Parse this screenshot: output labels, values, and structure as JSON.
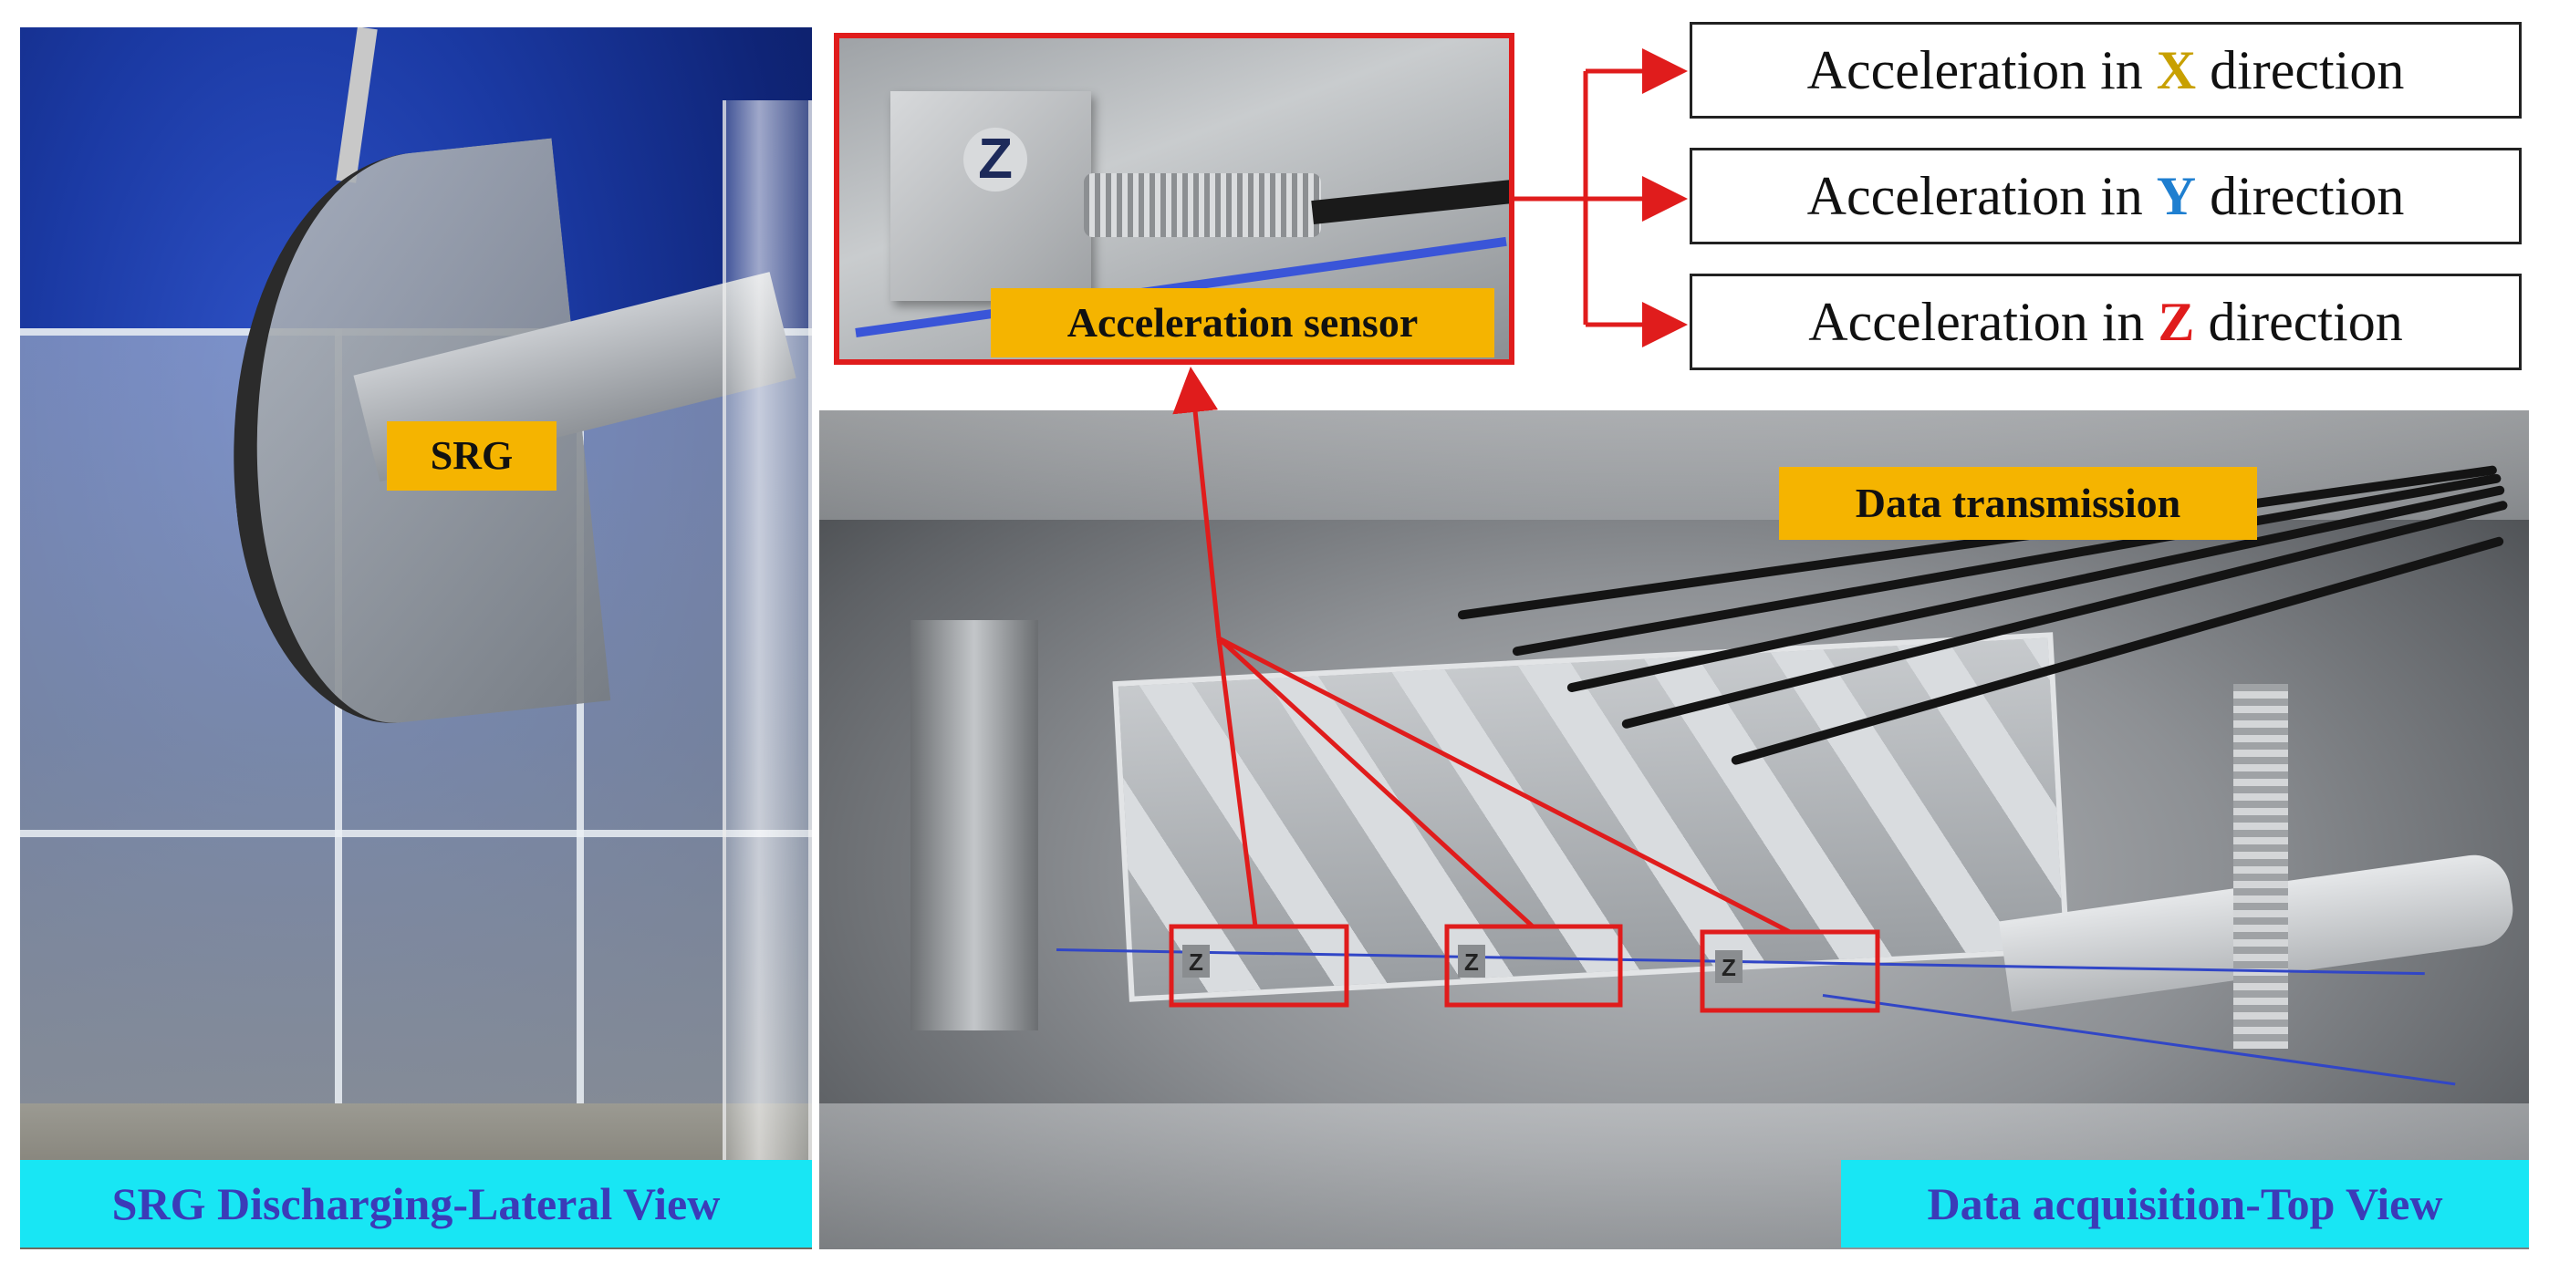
{
  "figure": {
    "left_panel": {
      "callout": "SRG",
      "caption": "SRG Discharging-Lateral View"
    },
    "right_panel": {
      "callout": "Data transmission",
      "caption": "Data acquisition-Top View"
    },
    "sensor_inset": {
      "callout": "Acceleration sensor",
      "cube_mark": "Z"
    },
    "directions": [
      {
        "prefix": "Acceleration in ",
        "axis": "X",
        "suffix": " direction",
        "axis_color": "#c8a000"
      },
      {
        "prefix": "Acceleration in ",
        "axis": "Y",
        "suffix": " direction",
        "axis_color": "#1f7fd0"
      },
      {
        "prefix": "Acceleration in ",
        "axis": "Z",
        "suffix": " direction",
        "axis_color": "#e01c1c"
      }
    ],
    "sensor_marks": [
      "Z",
      "Z",
      "Z"
    ],
    "colors": {
      "highlight_red": "#e01c1c",
      "callout_yellow": "#f5b400",
      "caption_cyan": "#18e6f4",
      "caption_text": "#3b3bb8"
    }
  }
}
